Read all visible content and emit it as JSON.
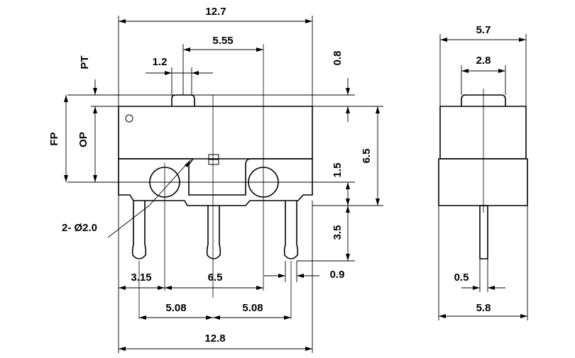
{
  "diagram": {
    "front_view": {
      "overall_width_top": "12.7",
      "actuator_offset": "5.55",
      "actuator_width": "1.2",
      "pretravel_label": "PT",
      "free_position_label": "FP",
      "operating_position_label": "OP",
      "actuator_height": "0.8",
      "body_height": "6.5",
      "hole_offset": "1.5",
      "pin_length": "3.5",
      "mounting_holes": "2- Ø2.0",
      "hole_to_edge": "3.15",
      "hole_spacing": "6.5",
      "pin_width": "0.9",
      "pin_pitch_left": "5.08",
      "pin_pitch_right": "5.08",
      "overall_width_bottom": "12.8"
    },
    "side_view": {
      "top_width": "5.7",
      "actuator_width": "2.8",
      "pin_thickness": "0.5",
      "bottom_width": "5.8"
    }
  }
}
